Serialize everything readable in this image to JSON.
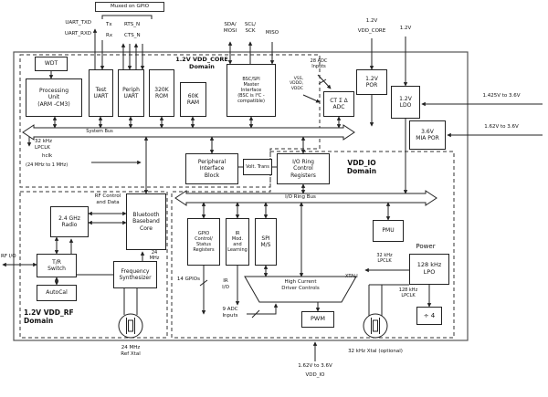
{
  "colors": {
    "ink": "#1a1a1a",
    "background": "#ffffff"
  },
  "external_top": {
    "muxed_on_gpio": "Muxed on GPIO",
    "uart_txd": "UART_TXD",
    "uart_rxd": "UART_RXD",
    "tx": "Tx",
    "rx": "Rx",
    "rts_n": "RTS_N",
    "cts_n": "CTS_N",
    "sda_mosi": "SDA/\nMOSI",
    "scl_sck": "SCL/\nSCK",
    "miso": "MISO",
    "core_supply": "1.2V",
    "core_rail": "VDD_CORE",
    "ldo_supply": "1.2V"
  },
  "external_right": {
    "ldo_range": "1.425V to 3.6V",
    "mia_range": "1.62V to 3.6V"
  },
  "external_bottom": {
    "ref_xtal": "24 MHz\nRef Xtal",
    "lpo_xtal": "32 kHz Xtal (optional)",
    "vddio_range": "1.62V to 3.6V",
    "vddio_rail": "VDD_IO"
  },
  "domains": {
    "core": "1.2V VDD_CORE\nDomain",
    "io": "VDD_IO\nDomain",
    "rf": "1.2V VDD_RF\nDomain"
  },
  "buses": {
    "system": "System Bus",
    "io_ring": "I/O Ring Bus"
  },
  "blocks": {
    "wdt": "WDT",
    "cpu": "Processing\nUnit\n(ARM -CM3)",
    "test_uart": "Test\nUART",
    "periph_uart": "Periph\nUART",
    "rom": "320K\nROM",
    "ram": "60K\nRAM",
    "bsc_spi": "BSC/SPI\nMaster\nInterface\n(BSC is I²C -\ncompatible)",
    "adc": "CT Σ Δ\nADC",
    "por": "1.2V\nPOR",
    "ldo": "1.2V\nLDO",
    "mia_por": "3.6V\nMIA POR",
    "pib": "Peripheral\nInterface\nBlock",
    "volt_trans": "Volt. Trans",
    "io_ring_regs": "I/O Ring\nControl\nRegisters",
    "radio": "2.4 GHz\nRadio",
    "bbc": "Bluetooth\nBaseband\nCore",
    "tr_switch": "T/R\nSwitch",
    "freq_synth": "Frequency\nSynthesizer",
    "autocal": "AutoCal",
    "gpio_regs": "GPIO\nControl/\nStatus\nRegisters",
    "ir_mod": "IR\nMod.\nand\nLearning",
    "spi_ms": "SPI\nM/S",
    "hcdc": "High Current\nDriver Controls",
    "pwm": "PWM",
    "pmu": "PMU",
    "lpo": "128 kHz\nLPO",
    "div4": "÷ 4"
  },
  "annotations": {
    "lpclk_left": "32 kHz\nLPCLK",
    "hclk": "hclk",
    "hclk_range": "(24 MHz to 1 MHz)",
    "rf_ctrl_data": "RF Control\nand Data",
    "rf_io": "RF I/O",
    "mhz_24": "24\nMHz",
    "gpios_14": "14 GPIOs",
    "ir_io": "IR\nI/O",
    "adc_9": "9 ADC\nInputs",
    "adc_28": "28 ADC\nInputs",
    "adc_rails": "VSS,\nVDDD,\nVDDC",
    "power": "Power",
    "lpclk_right": "32 kHz\nLPCLK",
    "lpclk_128": "128 kHz\nLPCLK",
    "xtali": "XTALI"
  }
}
